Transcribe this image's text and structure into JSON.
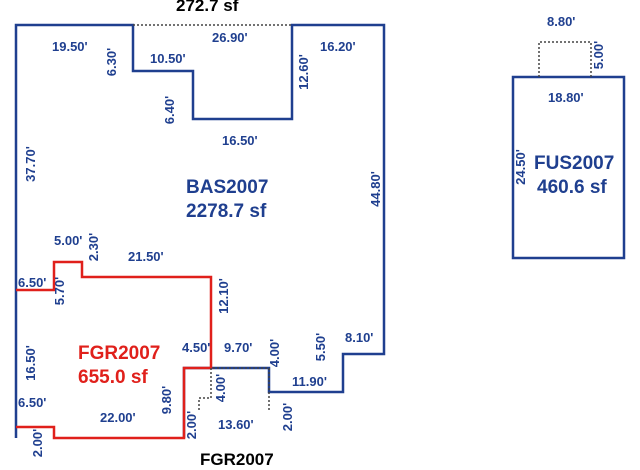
{
  "top_cut_label": "272.7 sf",
  "bottom_cut_label": "FGR2007",
  "areas": {
    "bas": {
      "code": "BAS2007",
      "area": "2278.7 sf",
      "color": "#1f3f8f"
    },
    "fgr": {
      "code": "FGR2007",
      "area": "655.0 sf",
      "color": "#e0201b"
    },
    "fus": {
      "code": "FUS2007",
      "area": "460.6 sf",
      "color": "#1f3f8f"
    }
  },
  "dims": {
    "d19_50": "19.50'",
    "d6_30": "6.30'",
    "d10_50": "10.50'",
    "d26_90": "26.90'",
    "d12_60": "12.60'",
    "d16_20": "16.20'",
    "d6_40": "6.40'",
    "d16_50_top": "16.50'",
    "d37_70": "37.70'",
    "d44_80": "44.80'",
    "d5_00_left": "5.00'",
    "d2_30": "2.30'",
    "d21_50": "21.50'",
    "d6_50_a": "6.50'",
    "d5_70": "5.70'",
    "d12_10": "12.10'",
    "d16_50_left": "16.50'",
    "d4_50": "4.50'",
    "d9_70": "9.70'",
    "d4_00_a": "4.00'",
    "d5_50": "5.50'",
    "d8_10": "8.10'",
    "d11_90": "11.90'",
    "d6_50_b": "6.50'",
    "d22_00": "22.00'",
    "d9_80": "9.80'",
    "d4_00_b": "4.00'",
    "d2_00_a": "2.00'",
    "d13_60": "13.60'",
    "d2_00_b": "2.00'",
    "d2_00_c": "2.00'",
    "d8_80": "8.80'",
    "d5_00_right": "5.00'",
    "d18_80": "18.80'",
    "d24_50": "24.50'"
  }
}
